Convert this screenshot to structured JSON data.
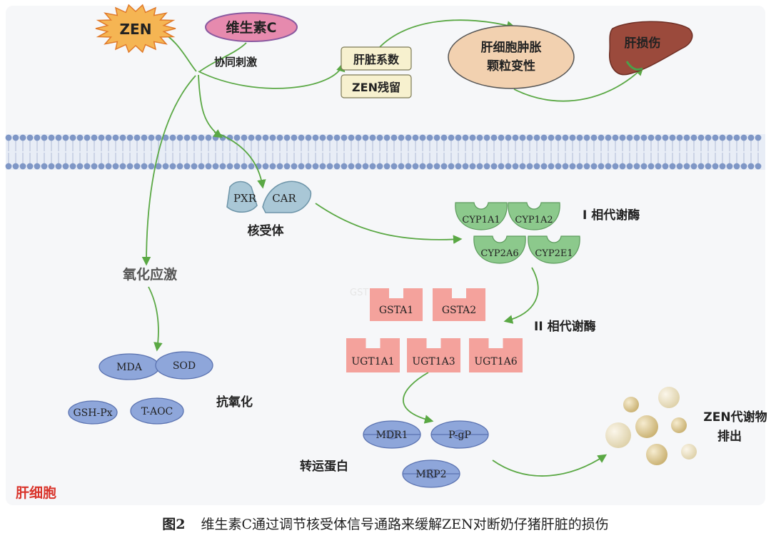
{
  "labels": {
    "zen": "ZEN",
    "vitc": "维生素C",
    "synergy": "协同刺激",
    "liver_index": "肝脏系数",
    "zen_residue": "ZEN残留",
    "swelling_1": "肝细胞肿胀",
    "swelling_2": "颗粒变性",
    "liver_damage": "肝损伤",
    "pxr": "PXR",
    "car": "CAR",
    "nuclear_receptor": "核受体",
    "oxidative_stress": "氧化应激",
    "phase1": "I 相代谢酶",
    "phase2": "II 相代谢酶",
    "antioxidant": "抗氧化",
    "transport": "转运蛋白",
    "excretion_1": "ZEN代谢物",
    "excretion_2": "排出",
    "hepatocyte": "肝细胞",
    "gst_ghost": "GST"
  },
  "phase1_enzymes": [
    "CYP1A1",
    "CYP1A2",
    "CYP2A6",
    "CYP2E1"
  ],
  "gst_enzymes": [
    "GSTA1",
    "GSTA2"
  ],
  "ugt_enzymes": [
    "UGT1A1",
    "UGT1A3",
    "UGT1A6"
  ],
  "antioxidant_markers": [
    "MDA",
    "SOD",
    "GSH-Px",
    "T-AOC"
  ],
  "transporters": [
    "MDR1",
    "P-gP",
    "MRP2"
  ],
  "caption": {
    "fig_no": "图2",
    "text": "维生素C通过调节核受体信号通路来缓解ZEN对断奶仔猪肝脏的损伤"
  },
  "colors": {
    "arrow": "#5aa844",
    "membrane": "#7f97c6",
    "phase1_fill": "#8cc98c",
    "enzyme2_fill": "#f4a29c",
    "blue_fill": "#8ea6da",
    "receptor_fill": "#a9c7d6",
    "liver": "#9b4a3c",
    "cell_label": "#d9342b",
    "star": "#f5b553",
    "vitc_fill": "#e68aae"
  }
}
